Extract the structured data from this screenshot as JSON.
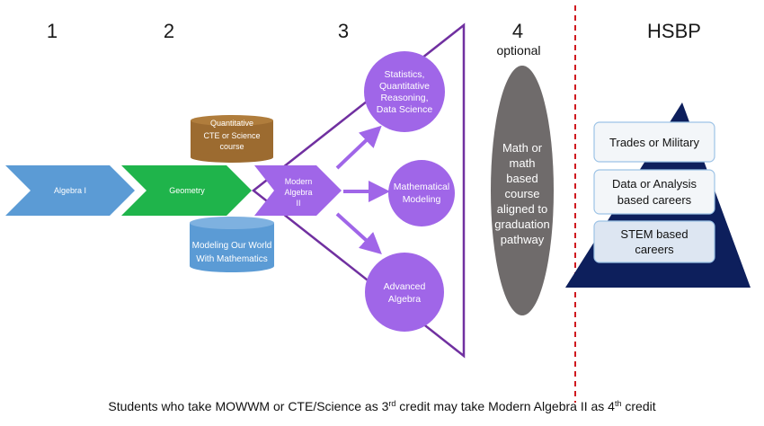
{
  "columns": {
    "c1": "1",
    "c2": "2",
    "c3": "3",
    "c4": "4",
    "c4_sub": "optional",
    "hsbp": "HSBP"
  },
  "arrows": {
    "algebra1": "Algebra I",
    "geometry": "Geometry",
    "modern_algebra": [
      "Modern",
      "Algebra",
      "II"
    ]
  },
  "cylinders": {
    "top": [
      "Quantitative",
      "CTE or Science",
      "course"
    ],
    "bottom": [
      "Modeling Our World",
      "With Mathematics"
    ]
  },
  "circles": {
    "top": [
      "Statistics,",
      "Quantitative",
      "Reasoning,",
      "Data Science"
    ],
    "middle": [
      "Mathematical",
      "Modeling"
    ],
    "bottom": [
      "Advanced",
      "Algebra"
    ]
  },
  "oval": [
    "Math or",
    "math",
    "based",
    "course",
    "aligned to",
    "graduation",
    "pathway"
  ],
  "pyramid": {
    "box1": [
      "Trades or Military"
    ],
    "box2": [
      "Data or Analysis",
      "based careers"
    ],
    "box3": [
      "STEM based",
      "careers"
    ]
  },
  "footer": {
    "part1": "Students who take MOWWM or CTE/Science as 3",
    "sup1": "rd",
    "part2": " credit may take Modern Algebra II as 4",
    "sup2": "th",
    "part3": " credit"
  },
  "colors": {
    "blue": "#5b9bd5",
    "green": "#1fb44b",
    "brown": "#9c6b30",
    "purple": "#a066e8",
    "purple_line": "#7030a0",
    "gray": "#6f6b6b",
    "navy": "#0d1f5c",
    "divider": "#d0191f"
  }
}
